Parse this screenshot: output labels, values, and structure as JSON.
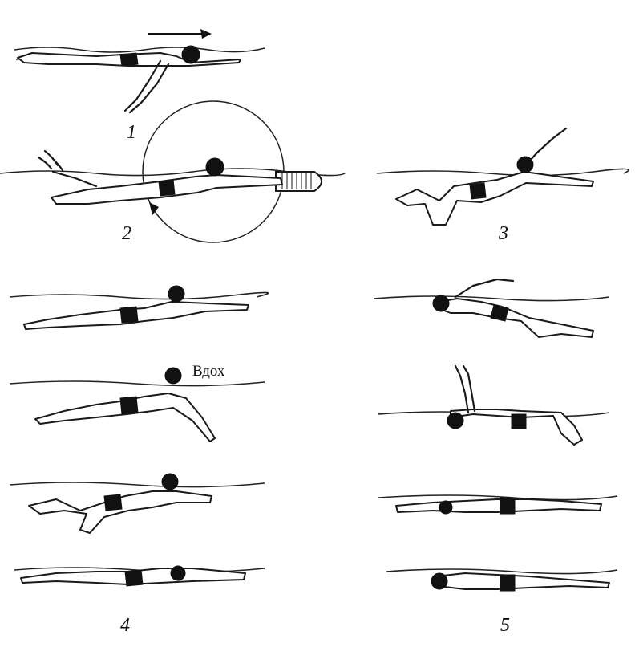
{
  "figure_labels": {
    "fig1": "1",
    "fig2": "2",
    "fig3": "3",
    "fig4": "4",
    "fig5": "5"
  },
  "annotation_inhale": "Вдох",
  "colors": {
    "ink": "#1a1a1a",
    "background": "#ffffff",
    "trunks": "#111111"
  },
  "icons": {
    "direction": "right-arrow-icon",
    "rotation": "curved-arrow-icon",
    "kickboard": "kickboard-icon",
    "splash": "splash-icon"
  }
}
